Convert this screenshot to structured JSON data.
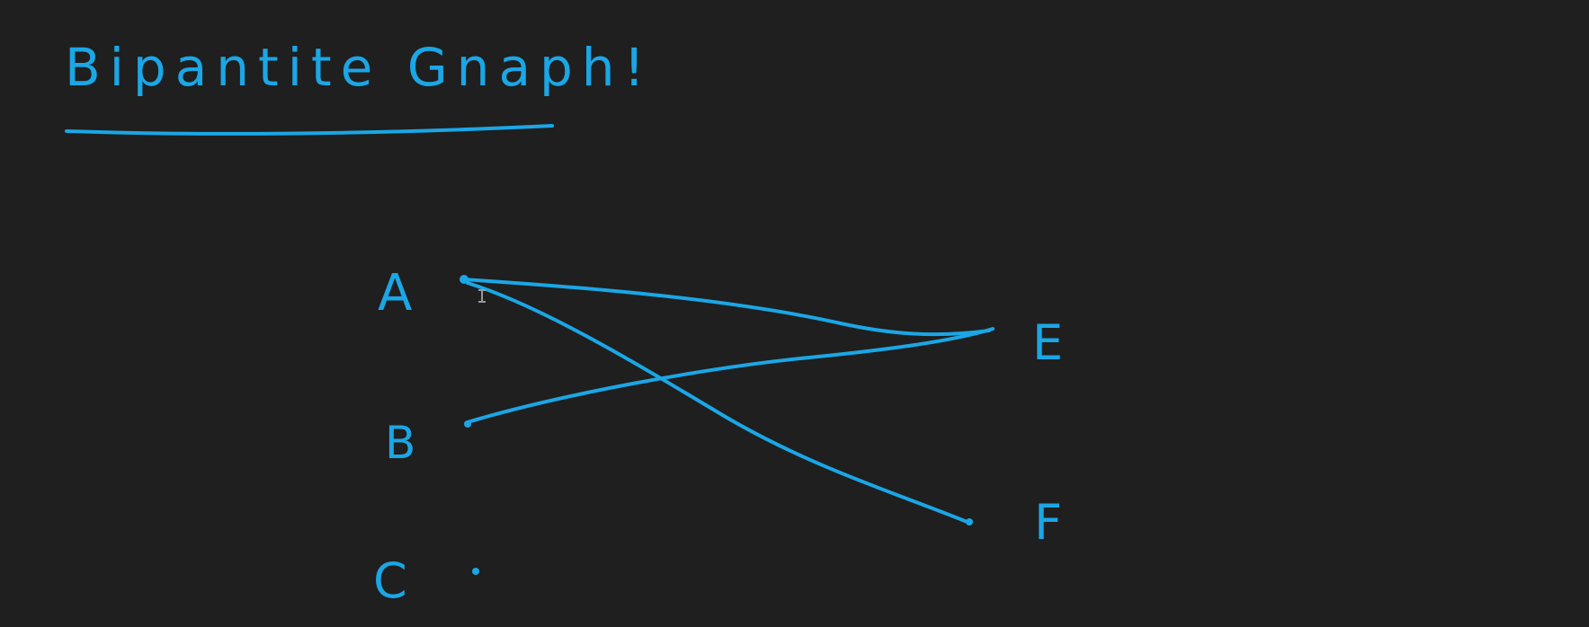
{
  "title": "Bipantite Gnaph!",
  "graph": {
    "left_nodes": [
      {
        "id": "A",
        "label": "A"
      },
      {
        "id": "B",
        "label": "B"
      },
      {
        "id": "C",
        "label": "C"
      }
    ],
    "right_nodes": [
      {
        "id": "E",
        "label": "E"
      },
      {
        "id": "F",
        "label": "F"
      }
    ],
    "edges": [
      {
        "from": "A",
        "to": "E"
      },
      {
        "from": "A",
        "to": "F"
      },
      {
        "from": "B",
        "to": "E"
      }
    ]
  },
  "colors": {
    "background": "#1e1f1e",
    "ink": "#1ba6e6"
  }
}
